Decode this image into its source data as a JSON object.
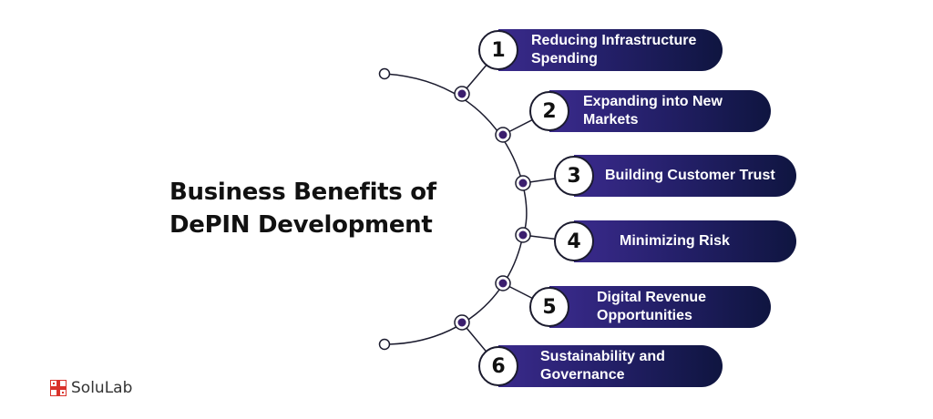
{
  "title": {
    "line1": "Business Benefits of",
    "line2": "DePIN Development"
  },
  "items": [
    {
      "number": "1",
      "line1": "Reducing Infrastructure",
      "line2": "Spending"
    },
    {
      "number": "2",
      "line1": "Expanding into New",
      "line2": "Markets"
    },
    {
      "number": "3",
      "line1": "Building Customer Trust",
      "line2": ""
    },
    {
      "number": "4",
      "line1": "Minimizing Risk",
      "line2": ""
    },
    {
      "number": "5",
      "line1": "Digital Revenue",
      "line2": "Opportunities"
    },
    {
      "number": "6",
      "line1": "Sustainability and",
      "line2": "Governance"
    }
  ],
  "logo": {
    "text": "SoluLab"
  },
  "colors": {
    "pill_start": "#3a2a8c",
    "pill_end": "#0f1540",
    "node_fill": "#3b1e6e",
    "line": "#1b1b2e"
  }
}
